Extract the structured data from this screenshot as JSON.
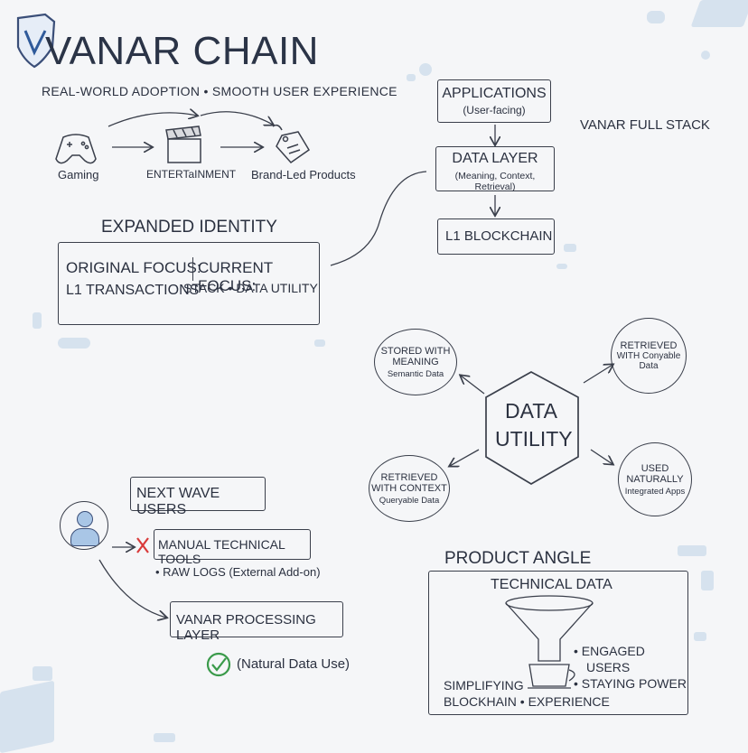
{
  "header": {
    "title": "VANAR CHAIN",
    "subtitle": "REAL-WORLD ADOPTION • SMOOTH USER EXPERIENCE"
  },
  "verticals": [
    {
      "label": "Gaming",
      "icon": "gamepad-icon"
    },
    {
      "label": "ENTERTaINMENT",
      "icon": "clapperboard-icon"
    },
    {
      "label": "Brand-Led Products",
      "icon": "price-tag-icon"
    }
  ],
  "identity": {
    "heading": "EXPANDED IDENTITY",
    "original_line1": "ORIGINAL FOCUS:",
    "original_line2": "L1 TRANSACTIONS",
    "current_line1": "CURRENT FOCUS:",
    "current_line2": "STACK • DATA UTILITY"
  },
  "stack": {
    "label": "VANAR FULL STACK",
    "applications_title": "APPLICATIONS",
    "applications_sub": "(User-facing)",
    "data_layer_title": "DATA LAYER",
    "data_layer_sub": "(Meaning, Context, Retrieval)",
    "blockchain_title": "L1 BLOCKCHAIN"
  },
  "utility": {
    "center_line1": "DATA",
    "center_line2": "UTILITY",
    "nodes": [
      {
        "line1": "STORED WITH",
        "line2": "MEANING",
        "line3": "Semantic Data"
      },
      {
        "line1": "RETRIEVED",
        "line2": "WITH Conyable",
        "line3": "Data"
      },
      {
        "line1": "RETRIEVED",
        "line2": "WITH CONTEXT",
        "line3": "Queryable Data"
      },
      {
        "line1": "USED",
        "line2": "NATURALLY",
        "line3": "Integrated Apps"
      }
    ]
  },
  "users": {
    "heading": "NEXT WAVE USERS",
    "manual_tools": "MANUAL TECHNICAL TOOLS",
    "raw_logs": "• RAW LOGS (External Add-on)",
    "processing_layer": "VANAR PROCESSING LAYER",
    "natural_use": "(Natural Data Use)"
  },
  "product": {
    "heading": "PRODUCT ANGLE",
    "technical_data": "TECHNICAL DATA",
    "engaged_line1": "• ENGAGED",
    "engaged_line2": "USERS",
    "staying_power": "• STAYING POWER",
    "simplifying_line1": "SIMPLIFYING",
    "simplifying_line2": "BLOCKHAIN • EXPERIENCE"
  },
  "colors": {
    "ink": "#2b3140",
    "accent_blue": "#d6e2ee",
    "cross_red": "#d93a3a",
    "check_green": "#3a9a4a",
    "avatar_blue": "#a9c6e6"
  }
}
